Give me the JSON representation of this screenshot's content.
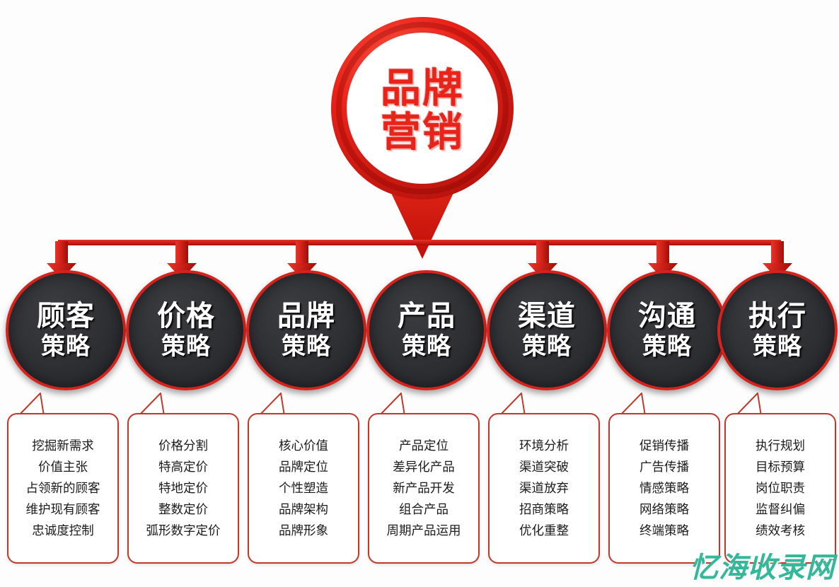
{
  "meta": {
    "background_color": "#fdfdfd",
    "accent_color": "#d4231c",
    "circle_fill_color": "#2e2f33",
    "box_border_color": "#c0392b",
    "watermark_color": "#35b79a"
  },
  "center": {
    "icon": "map-pin-icon",
    "line1": "品牌",
    "line2": "营销"
  },
  "branches": [
    {
      "title_line1": "顾客",
      "title_line2": "策略",
      "items": [
        "挖掘新需求",
        "价值主张",
        "占领新的顾客",
        "维护现有顾客",
        "忠诚度控制"
      ]
    },
    {
      "title_line1": "价格",
      "title_line2": "策略",
      "items": [
        "价格分割",
        "特高定价",
        "特地定价",
        "整数定价",
        "弧形数字定价"
      ]
    },
    {
      "title_line1": "品牌",
      "title_line2": "策略",
      "items": [
        "核心价值",
        "品牌定位",
        "个性塑造",
        "品牌架构",
        "品牌形象"
      ]
    },
    {
      "title_line1": "产品",
      "title_line2": "策略",
      "items": [
        "产品定位",
        "差异化产品",
        "新产品开发",
        "组合产品",
        "周期产品运用"
      ]
    },
    {
      "title_line1": "渠道",
      "title_line2": "策略",
      "items": [
        "环境分析",
        "渠道突破",
        "渠道放弃",
        "招商策略",
        "优化重整"
      ]
    },
    {
      "title_line1": "沟通",
      "title_line2": "策略",
      "items": [
        "促销传播",
        "广告传播",
        "情感策略",
        "网络策略",
        "终端策略"
      ]
    },
    {
      "title_line1": "执行",
      "title_line2": "策略",
      "items": [
        "执行规划",
        "目标预算",
        "岗位职责",
        "监督纠偏",
        "绩效考核"
      ]
    }
  ],
  "watermark": {
    "text": "忆海收录网"
  }
}
